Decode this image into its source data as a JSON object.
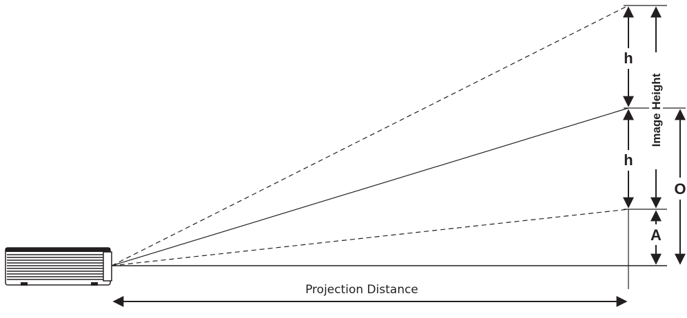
{
  "labels": {
    "h_upper": "h",
    "h_lower": "h",
    "image_height": "Image Height",
    "offset": "O",
    "A": "A",
    "projection_distance": "Projection Distance"
  },
  "icons": [
    "projector-icon"
  ],
  "colors": {
    "line": "#231f20",
    "body": "#ffffff"
  }
}
